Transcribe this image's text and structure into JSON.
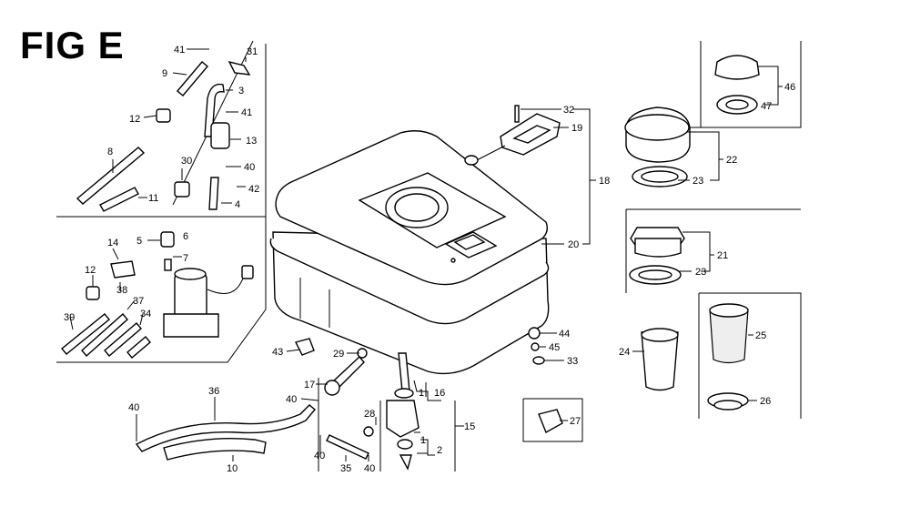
{
  "figure": {
    "title": "FIG E"
  },
  "callouts": {
    "c1a": "1",
    "c1b": "1",
    "c2": "2",
    "c3": "3",
    "c4": "4",
    "c5": "5",
    "c6": "6",
    "c7": "7",
    "c8": "8",
    "c9": "9",
    "c10": "10",
    "c11": "11",
    "c12a": "12",
    "c12b": "12",
    "c13": "13",
    "c14": "14",
    "c15": "15",
    "c16": "16",
    "c17": "17",
    "c18": "18",
    "c19": "19",
    "c20": "20",
    "c21": "21",
    "c22": "22",
    "c23a": "23",
    "c23b": "23",
    "c24": "24",
    "c25": "25",
    "c26": "26",
    "c27": "27",
    "c28": "28",
    "c29": "29",
    "c30": "30",
    "c31": "31",
    "c32": "32",
    "c33": "33",
    "c34": "34",
    "c35": "35",
    "c36": "36",
    "c37": "37",
    "c38": "38",
    "c39": "39",
    "c40a": "40",
    "c40b": "40",
    "c40c": "40",
    "c40d": "40",
    "c40e": "40",
    "c41a": "41",
    "c41b": "41",
    "c42": "42",
    "c43": "43",
    "c44": "44",
    "c45": "45",
    "c46": "46",
    "c47": "47"
  }
}
